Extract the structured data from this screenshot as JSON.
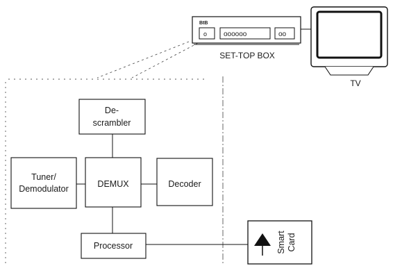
{
  "diagram": {
    "devices": {
      "set_top_box": {
        "label": "SET-TOP BOX",
        "brand": "BtB",
        "display_text": "oooooo",
        "button_text": "oo",
        "slot_text": "o"
      },
      "tv": {
        "label": "TV"
      }
    },
    "blocks": {
      "descrambler": {
        "line1": "De-",
        "line2": "scrambler"
      },
      "tuner": {
        "line1": "Tuner/",
        "line2": "Demodulator"
      },
      "demux": {
        "label": "DEMUX"
      },
      "decoder": {
        "label": "Decoder"
      },
      "processor": {
        "label": "Processor"
      },
      "smart_card": {
        "line1": "Smart",
        "line2": "Card"
      }
    }
  }
}
